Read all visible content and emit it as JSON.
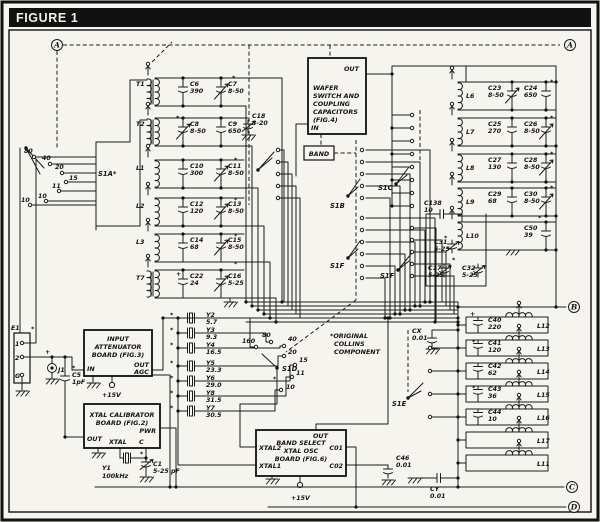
{
  "header": {
    "title": "FIGURE 1"
  },
  "connectors": {
    "a_left": "A",
    "a_right": "A",
    "b": "B",
    "c": "C",
    "d": "D"
  },
  "misc": {
    "asterisk": "*",
    "plus": "+",
    "band": "BAND"
  },
  "note": {
    "l1": "*ORIGINAL",
    "l2": "COLLINS",
    "l3": "COMPONENT"
  },
  "boards": {
    "wafer": {
      "l1": "WAFER",
      "l2": "SWITCH AND",
      "l3": "COUPLING",
      "l4": "CAPACITORS",
      "l5": "(FIG.4)",
      "out": "OUT",
      "in": "IN"
    },
    "atten": {
      "l1": "INPUT",
      "l2": "ATTENUATOR",
      "l3": "BOARD (FIG.3)",
      "in": "IN",
      "out": "OUT",
      "agc": "AGC",
      "supply": "+15V"
    },
    "cal": {
      "l1": "XTAL CALIBRATOR",
      "l2": "BOARD (FIG.2)",
      "out": "OUT",
      "xtal": "XTAL",
      "c": "C",
      "pwr": "PWR"
    },
    "bandsel": {
      "l1": "BAND SELECT",
      "l2": "XTAL OSC",
      "l3": "BOARD (FIG.6)",
      "xtal2": "XTAL2",
      "xtal1": "XTAL1",
      "out": "OUT",
      "c01": "C01",
      "c02": "C02",
      "supply": "+15V"
    }
  },
  "switches": {
    "s1a": "S1A*",
    "s1b": "S1B",
    "s1c": "S1C",
    "s1d": "S1D",
    "s1e": "S1E",
    "s1f_mid": "S1F",
    "s1f_right": "S1F"
  },
  "s1a": {
    "p80": "80",
    "p40": "40",
    "p20": "20",
    "p15": "15",
    "p11": "11",
    "p10a": "10",
    "p10b": "10"
  },
  "s1d": {
    "p160": "160",
    "p80": "80",
    "p40": "40",
    "p20": "20",
    "p15": "15",
    "p11": "11",
    "p10": "10"
  },
  "coils": {
    "t1": "T1",
    "t2": "T2",
    "t7": "T7",
    "l1": "L1",
    "l2": "L2",
    "l3": "L3",
    "l6": "L6",
    "l7": "L7",
    "l8": "L8",
    "l9": "L9",
    "l10": "L10",
    "l11": "L11",
    "l12": "L12",
    "l13": "L13",
    "l14": "L14",
    "l15": "L15",
    "l16": "L16",
    "l17": "L17"
  },
  "caps": {
    "c1": {
      "ref": "C1",
      "val": "5-25 pF"
    },
    "c5": {
      "ref": "C5",
      "val": "1pF"
    },
    "c6": {
      "ref": "C6",
      "val": "390"
    },
    "c7": {
      "ref": "C7",
      "val": "8-50"
    },
    "c8": {
      "ref": "C8",
      "val": "8-50"
    },
    "c9": {
      "ref": "C9",
      "val": "650"
    },
    "c10": {
      "ref": "C10",
      "val": "300"
    },
    "c11": {
      "ref": "C11",
      "val": "8-50"
    },
    "c12": {
      "ref": "C12",
      "val": "120"
    },
    "c13": {
      "ref": "C13",
      "val": "8-50"
    },
    "c14": {
      "ref": "C14",
      "val": "68"
    },
    "c15": {
      "ref": "C15",
      "val": "8-50"
    },
    "c16": {
      "ref": "C16",
      "val": "5-25"
    },
    "c17": {
      "ref": "C17",
      "val": "5-25"
    },
    "c18": {
      "ref": "C18",
      "val": "3-20"
    },
    "c22": {
      "ref": "C22",
      "val": "24"
    },
    "c23": {
      "ref": "C23",
      "val": "8-50"
    },
    "c24": {
      "ref": "C24",
      "val": "650"
    },
    "c25": {
      "ref": "C25",
      "val": "270"
    },
    "c26": {
      "ref": "C26",
      "val": "8-50"
    },
    "c27": {
      "ref": "C27",
      "val": "130"
    },
    "c28": {
      "ref": "C28",
      "val": "8-50"
    },
    "c29": {
      "ref": "C29",
      "val": "68"
    },
    "c30": {
      "ref": "C30",
      "val": "8-50"
    },
    "c31": {
      "ref": "C31",
      "val": "5-25"
    },
    "c32": {
      "ref": "C32",
      "val": "5-25"
    },
    "c40": {
      "ref": "C40",
      "val": "220"
    },
    "c41": {
      "ref": "C41",
      "val": "120"
    },
    "c42": {
      "ref": "C42",
      "val": "62"
    },
    "c43": {
      "ref": "C43",
      "val": "36"
    },
    "c44": {
      "ref": "C44",
      "val": "10"
    },
    "c46": {
      "ref": "C46",
      "val": "0.01"
    },
    "c50": {
      "ref": "C50",
      "val": "39"
    },
    "c138": {
      "ref": "C138",
      "val": "10"
    },
    "cx": {
      "ref": "CX",
      "val": "0.01"
    },
    "cy": {
      "ref": "CY",
      "val": "0.01"
    }
  },
  "crystals": {
    "y1": {
      "ref": "Y1",
      "val": "100kHz"
    },
    "y2": {
      "ref": "Y2",
      "val": "5.7"
    },
    "y3": {
      "ref": "Y3",
      "val": "9.3"
    },
    "y4": {
      "ref": "Y4",
      "val": "16.5"
    },
    "y5": {
      "ref": "Y5",
      "val": "23.3"
    },
    "y6": {
      "ref": "Y6",
      "val": "29.0"
    },
    "y8": {
      "ref": "Y8",
      "val": "31.5"
    },
    "y7": {
      "ref": "Y7",
      "val": "30.5"
    }
  },
  "input": {
    "e1": "E1",
    "pin1": "1",
    "pin2": "2",
    "pinG": "G",
    "j1": "J1"
  }
}
